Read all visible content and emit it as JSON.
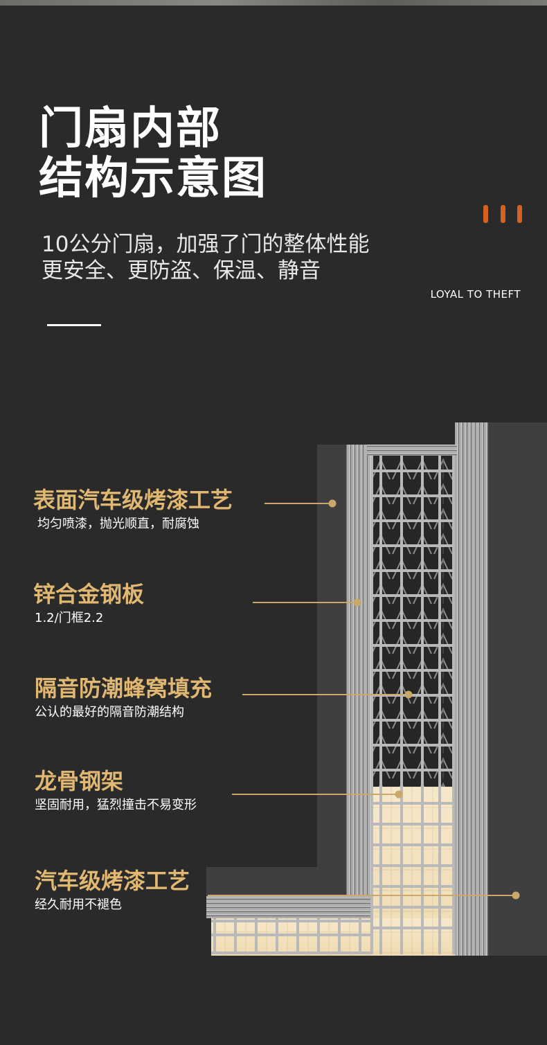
{
  "header": {
    "title_line1": "门扇内部",
    "title_line2": "结构示意图",
    "subtitle_line1": "10公分门扇，加强了门的整体性能",
    "subtitle_line2": "更安全、更防盗、保温、静音",
    "tagline": "LOYAL TO THEFT",
    "accent_color": "#d4611f"
  },
  "callouts": [
    {
      "heading": "表面汽车级烤漆工艺",
      "desc": "均匀喷漆，抛光顺直，耐腐蚀"
    },
    {
      "heading": "锌合金钢板",
      "desc": "1.2/门框2.2"
    },
    {
      "heading": "隔音防潮蜂窝填充",
      "desc": "公认的最好的隔音防潮结构"
    },
    {
      "heading": "龙骨钢架",
      "desc": "坚固耐用，猛烈撞击不易变形"
    },
    {
      "heading": "汽车级烤漆工艺",
      "desc": "经久耐用不褪色"
    }
  ],
  "colors": {
    "background": "#2a2a2a",
    "callout_heading": "#e1b872",
    "leader_line": "#c9a869"
  }
}
